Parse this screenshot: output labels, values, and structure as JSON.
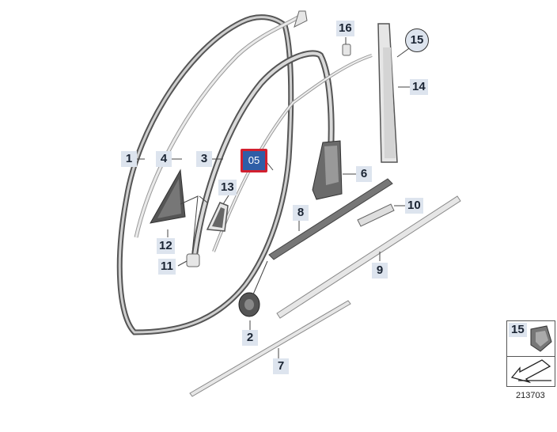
{
  "diagram": {
    "callouts": [
      {
        "id": "1",
        "label": "1"
      },
      {
        "id": "2",
        "label": "2"
      },
      {
        "id": "3",
        "label": "3"
      },
      {
        "id": "4",
        "label": "4"
      },
      {
        "id": "05",
        "label": "05"
      },
      {
        "id": "6",
        "label": "6"
      },
      {
        "id": "7",
        "label": "7"
      },
      {
        "id": "8",
        "label": "8"
      },
      {
        "id": "9",
        "label": "9"
      },
      {
        "id": "10",
        "label": "10"
      },
      {
        "id": "11",
        "label": "11"
      },
      {
        "id": "12",
        "label": "12"
      },
      {
        "id": "13",
        "label": "13"
      },
      {
        "id": "14",
        "label": "14"
      },
      {
        "id": "15",
        "label": "15"
      },
      {
        "id": "16",
        "label": "16"
      }
    ],
    "legend": {
      "label": "15"
    },
    "diagram_number": "213703",
    "colors": {
      "callout_bg": "#dde4ee",
      "highlight_bg": "#2f5ea7",
      "highlight_border": "#d2202f",
      "part_fill": "#e6e6e6",
      "part_dark": "#555555"
    }
  }
}
